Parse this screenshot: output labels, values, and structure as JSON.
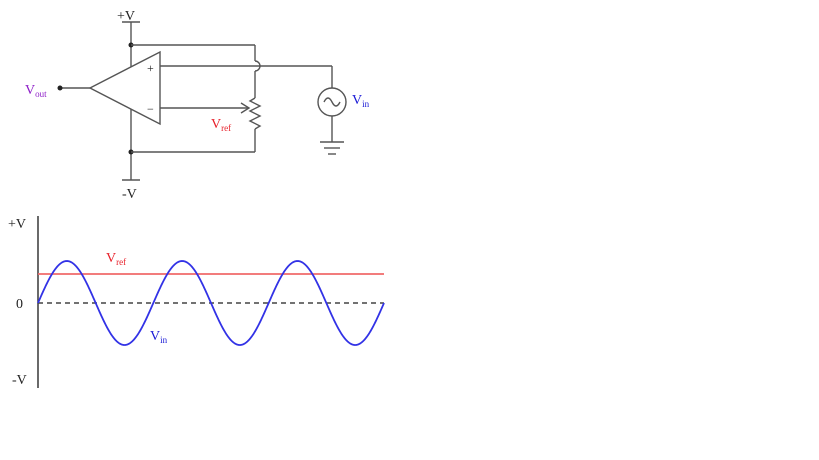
{
  "circuit": {
    "supply_positive": "+V",
    "supply_negative": "-V",
    "output_label": {
      "main": "V",
      "sub": "out"
    },
    "ref_label": {
      "main": "V",
      "sub": "ref"
    },
    "input_label": {
      "main": "V",
      "sub": "in"
    },
    "plus_sign": "+",
    "minus_sign": "−"
  },
  "graph": {
    "y_top": "+V",
    "y_zero": "0",
    "y_bottom": "-V",
    "ref_label": {
      "main": "V",
      "sub": "ref"
    },
    "input_label": {
      "main": "V",
      "sub": "in"
    }
  },
  "colors": {
    "output": "#8e1ec8",
    "ref": "#e8202a",
    "input": "#1a1ad6",
    "ref_line": "#f06a6a",
    "sine": "#3232e6",
    "wire": "#555555",
    "text": "#222222"
  }
}
